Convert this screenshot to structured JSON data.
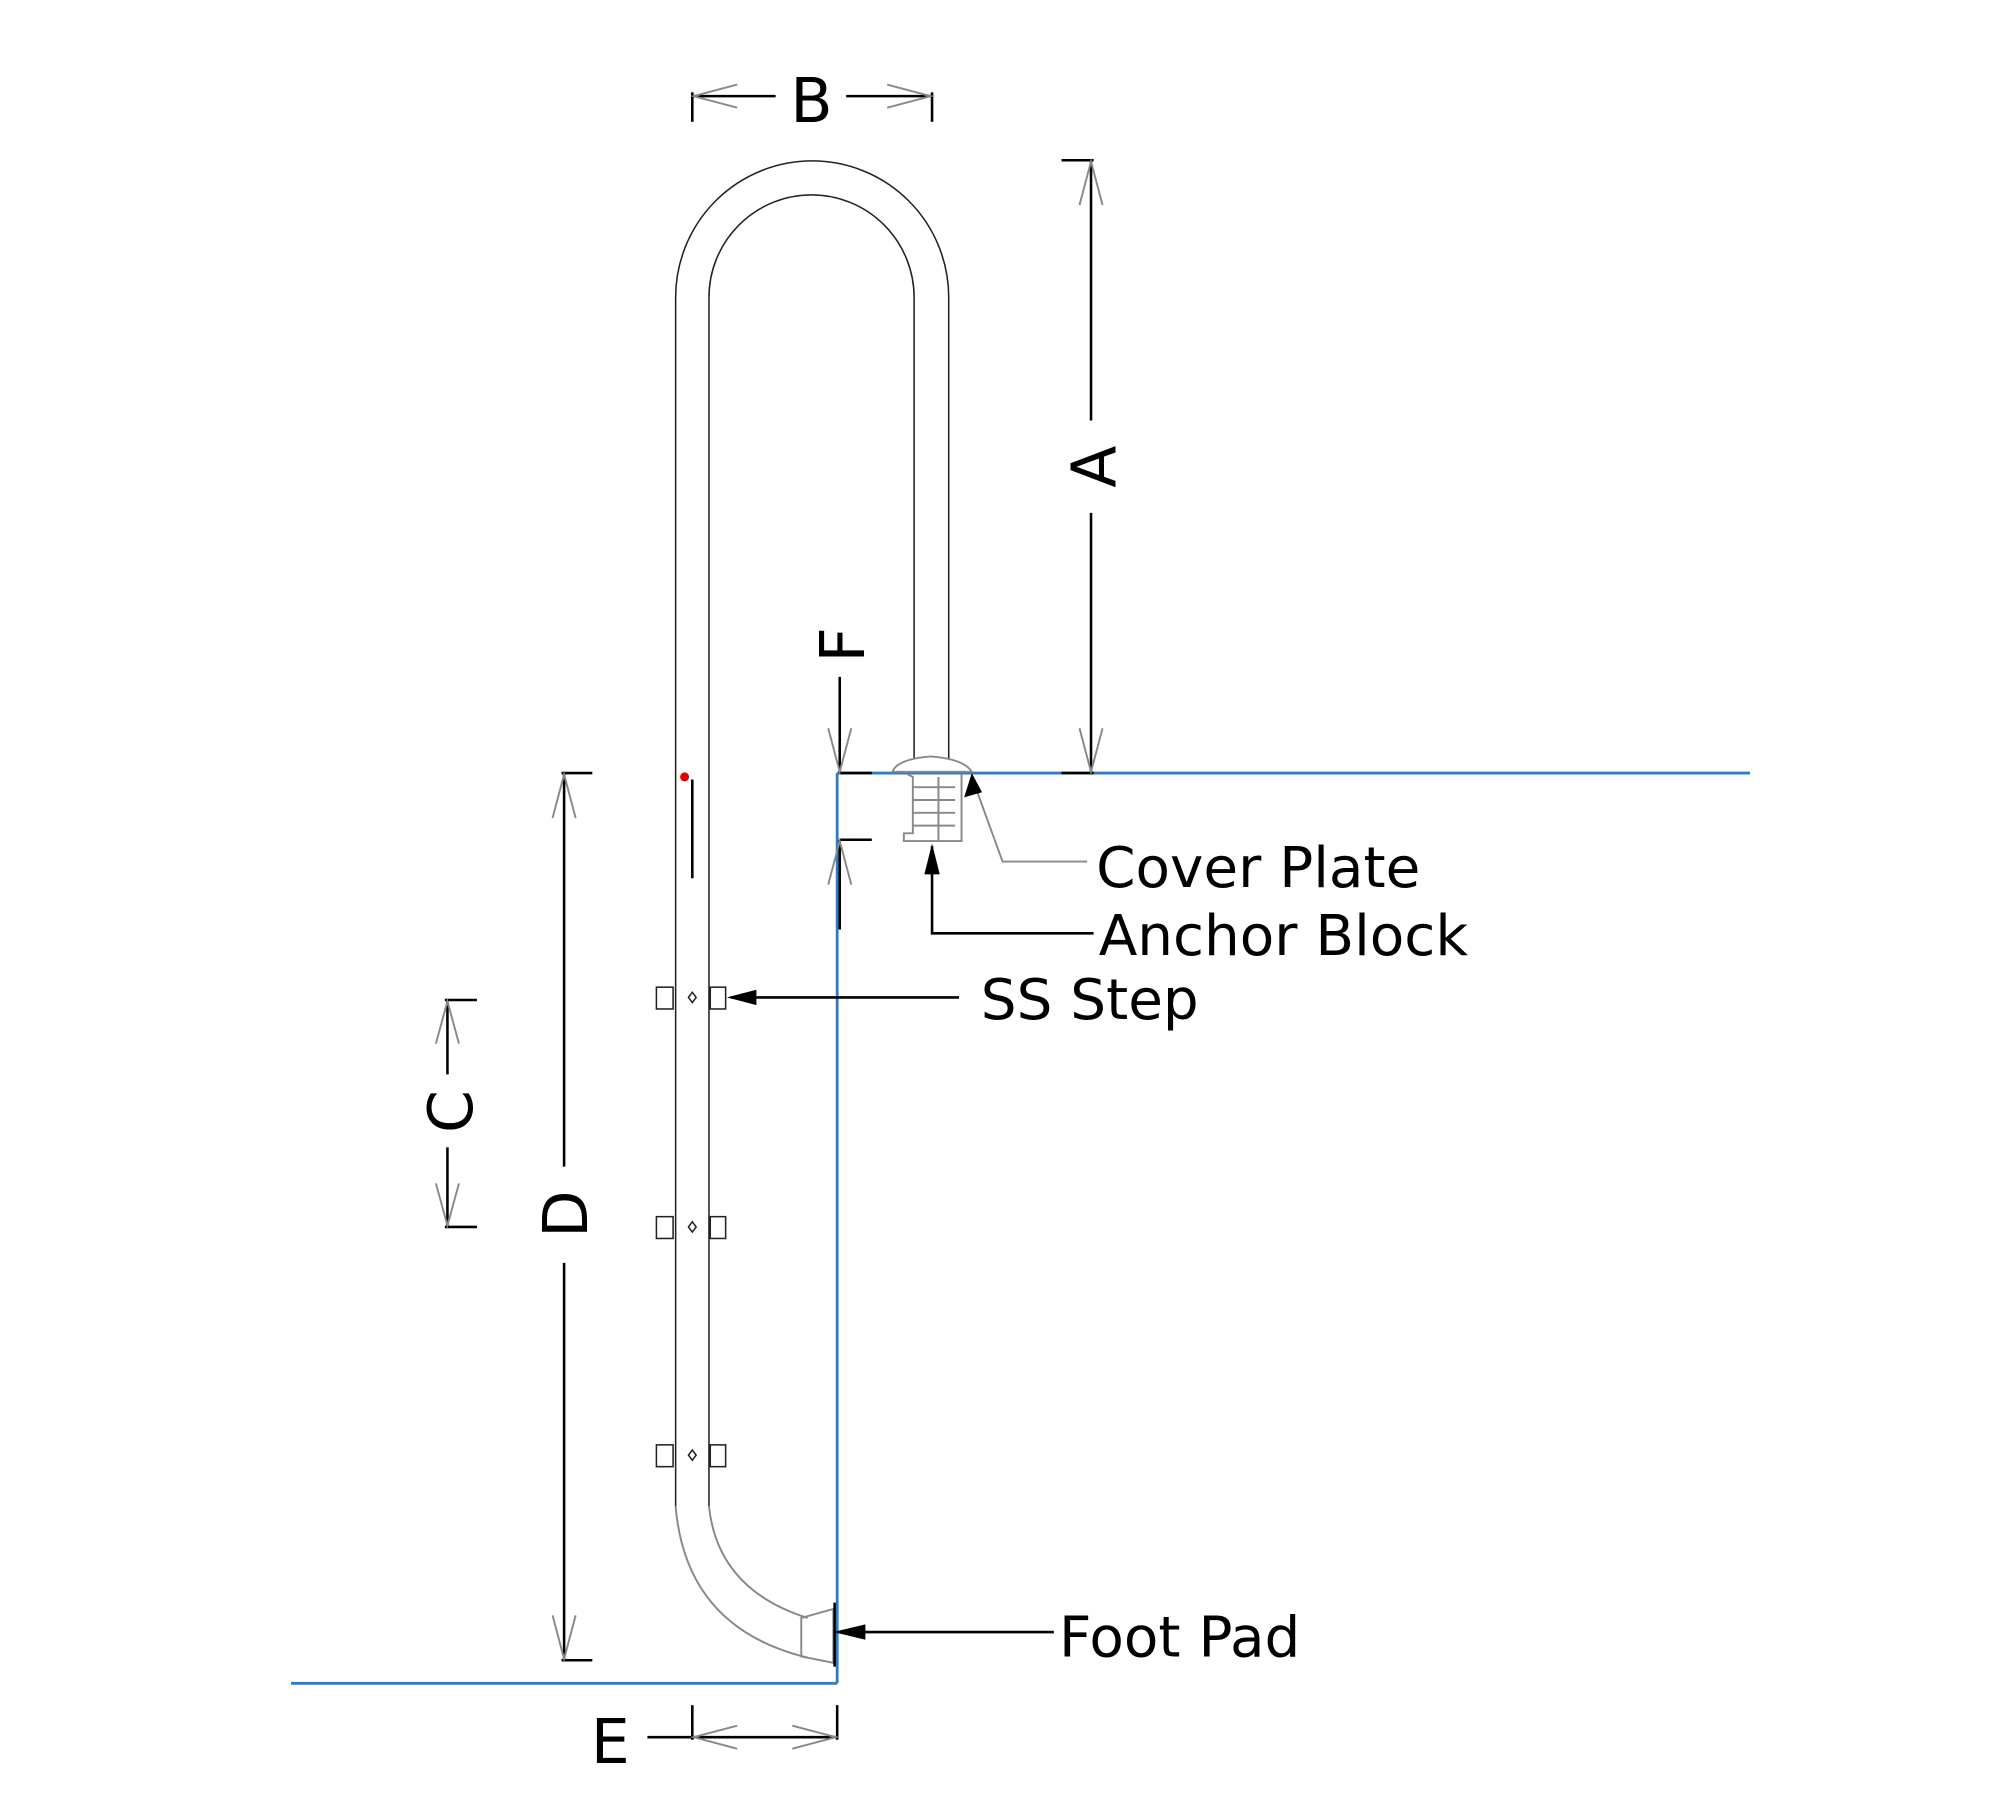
{
  "diagram": {
    "callouts": {
      "cover_plate": "Cover Plate",
      "anchor_block": "Anchor Block",
      "ss_step": "SS Step",
      "foot_pad": "Foot Pad"
    },
    "dimensions": {
      "a": "A",
      "b": "B",
      "c": "C",
      "d": "D",
      "e": "E",
      "f": "F"
    },
    "colors": {
      "pool_outline": "#2f7bc8",
      "marker": "#e00000"
    }
  }
}
